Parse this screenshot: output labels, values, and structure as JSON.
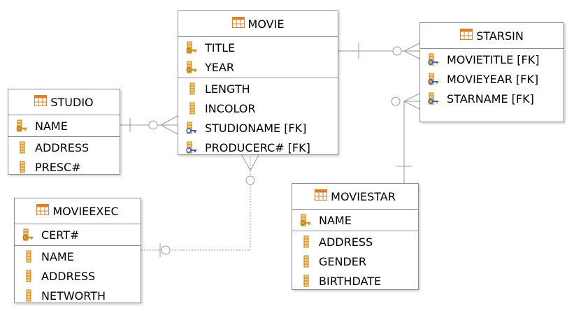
{
  "entities": {
    "movie": {
      "name": "MOVIE",
      "keys": [
        {
          "label": "TITLE",
          "icon": "primary-key-icon"
        },
        {
          "label": "YEAR",
          "icon": "primary-key-icon"
        }
      ],
      "attrs": [
        {
          "label": "LENGTH",
          "icon": "column-icon"
        },
        {
          "label": "INCOLOR",
          "icon": "column-icon"
        },
        {
          "label": "STUDIONAME [FK]",
          "icon": "foreign-key-icon"
        },
        {
          "label": "PRODUCERC# [FK]",
          "icon": "foreign-key-icon"
        }
      ]
    },
    "studio": {
      "name": "STUDIO",
      "keys": [
        {
          "label": "NAME",
          "icon": "primary-key-icon"
        }
      ],
      "attrs": [
        {
          "label": "ADDRESS",
          "icon": "column-icon"
        },
        {
          "label": "PRESC#",
          "icon": "column-icon"
        }
      ]
    },
    "starsin": {
      "name": "STARSIN",
      "keys": [
        {
          "label": "MOVIETITLE [FK]",
          "icon": "pk-fk-icon"
        },
        {
          "label": "MOVIEYEAR [FK]",
          "icon": "pk-fk-icon"
        },
        {
          "label": "STARNAME [FK]",
          "icon": "pk-fk-icon"
        }
      ],
      "attrs": []
    },
    "movieexec": {
      "name": "MOVIEEXEC",
      "keys": [
        {
          "label": "CERT#",
          "icon": "primary-key-icon"
        }
      ],
      "attrs": [
        {
          "label": "NAME",
          "icon": "column-icon"
        },
        {
          "label": "ADDRESS",
          "icon": "column-icon"
        },
        {
          "label": "NETWORTH",
          "icon": "column-icon"
        }
      ]
    },
    "moviestar": {
      "name": "MOVIESTAR",
      "keys": [
        {
          "label": "NAME",
          "icon": "primary-key-icon"
        }
      ],
      "attrs": [
        {
          "label": "ADDRESS",
          "icon": "column-icon"
        },
        {
          "label": "GENDER",
          "icon": "column-icon"
        },
        {
          "label": "BIRTHDATE",
          "icon": "column-icon"
        }
      ]
    }
  },
  "colors": {
    "border": "#8c8c8c",
    "line": "#9a9a9a",
    "table_icon": "#d9822b",
    "key_gold": "#e3a72f",
    "fk_blue": "#3b64b8"
  }
}
